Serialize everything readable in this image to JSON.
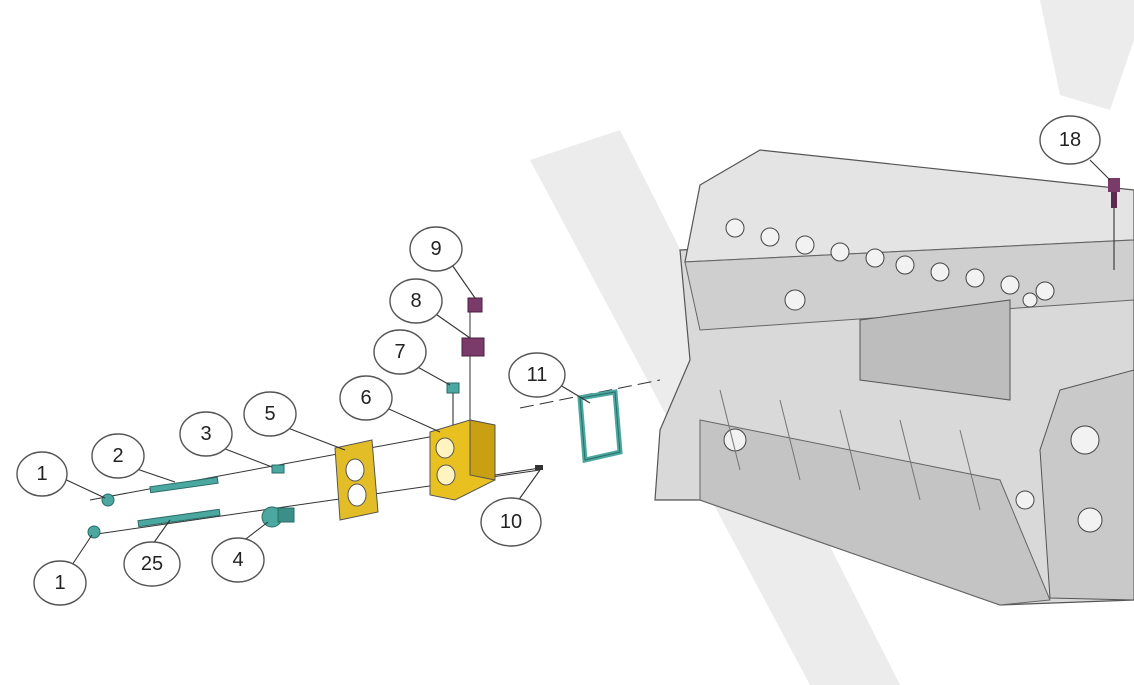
{
  "diagram": {
    "type": "exploded-parts-diagram",
    "highlight_color": "#e02020",
    "colors": {
      "housing": "#e8c020",
      "plate": "#e2bd28",
      "teal_part": "#4aa8a0",
      "purple_part": "#7a3a6a",
      "block": "#d6d6d6",
      "watermark": "#ececec"
    },
    "callouts": [
      {
        "id": "c1a",
        "label": "1"
      },
      {
        "id": "c2",
        "label": "2"
      },
      {
        "id": "c3",
        "label": "3"
      },
      {
        "id": "c5",
        "label": "5"
      },
      {
        "id": "c6",
        "label": "6"
      },
      {
        "id": "c7",
        "label": "7"
      },
      {
        "id": "c8",
        "label": "8"
      },
      {
        "id": "c9",
        "label": "9"
      },
      {
        "id": "c11",
        "label": "11"
      },
      {
        "id": "c10",
        "label": "10"
      },
      {
        "id": "c25",
        "label": "25"
      },
      {
        "id": "c4",
        "label": "4",
        "highlighted": true
      },
      {
        "id": "c1b",
        "label": "1"
      },
      {
        "id": "c18",
        "label": "18"
      }
    ]
  }
}
